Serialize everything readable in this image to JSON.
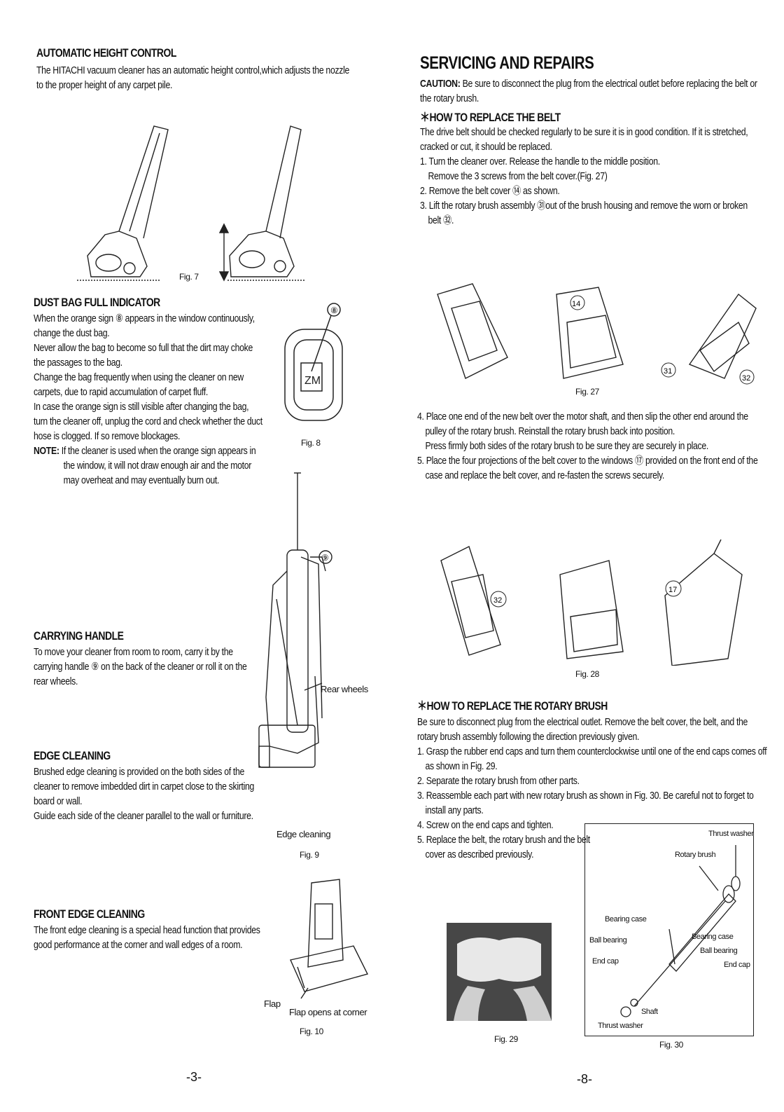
{
  "left": {
    "auto_height": {
      "title": "AUTOMATIC HEIGHT CONTROL",
      "body": "The HITACHI vacuum cleaner has an automatic height control,which adjusts the nozzle to the proper height of any carpet pile."
    },
    "fig7": "Fig. 7",
    "dust_bag": {
      "title": "DUST BAG FULL INDICATOR",
      "body1": "When the orange sign ⑧ appears in the window continuously, change the dust bag.",
      "body2": "Never allow the bag to become so full that the dirt may choke the passages to the bag.",
      "body3": "Change the bag frequently when using the cleaner on new carpets, due to rapid accumulation of carpet fluff.",
      "body4": "In case the orange sign is still visible after changing the bag, turn the cleaner off, unplug the cord and check whether the duct hose is clogged. If so remove blockages.",
      "note_label": "NOTE:",
      "note_text": "If the cleaner is used when the orange sign appears in the window, it will not draw enough air and the motor may overheat and may eventually burn out."
    },
    "fig8": "Fig. 8",
    "fig8_callout": "⑧",
    "carrying": {
      "title": "CARRYING HANDLE",
      "body": "To move your cleaner from room to room, carry it by the carrying handle ⑨ on the back of the cleaner or roll it on the rear wheels."
    },
    "fig9_callout": "⑨",
    "rear_wheels": "Rear wheels",
    "edge": {
      "title": "EDGE CLEANING",
      "body1": "Brushed edge cleaning is provided on the both sides of the cleaner to remove imbedded dirt in carpet close to the skirting board or wall.",
      "body2": "Guide each side of the cleaner parallel to the wall or furniture."
    },
    "edge_cleaning_label": "Edge cleaning",
    "fig9": "Fig. 9",
    "front_edge": {
      "title": "FRONT EDGE CLEANING",
      "body": "The front edge cleaning is a special head function that provides good performance at the corner and wall edges of a room."
    },
    "flap": "Flap",
    "flap_opens": "Flap opens at corner",
    "fig10": "Fig. 10",
    "page_number": "-3-"
  },
  "right": {
    "title": "SERVICING AND REPAIRS",
    "caution_label": "CAUTION:",
    "caution_text": "Be sure to disconnect the plug from the electrical outlet before replacing the belt or the rotary brush.",
    "belt": {
      "title": "＊HOW TO REPLACE THE BELT",
      "intro": "The drive belt should be checked regularly to be sure it is in good condition. If it is stretched, cracked or cut, it should be replaced.",
      "step1": "1. Turn the cleaner over. Release the handle to the middle position.",
      "step1b": "Remove the 3 screws from the belt cover.(Fig. 27)",
      "step2": "2. Remove the belt cover ⑭ as shown.",
      "step3": "3. Lift the rotary brush assembly ㉛out of the brush housing and remove the worn or broken belt ㉜.",
      "step4": "4. Place one end of the new belt over the motor shaft, and then slip the other end around the pulley of the rotary brush. Reinstall the rotary brush back into position.",
      "step4b": "Press firmly both sides of the rotary brush to be sure they are securely in place.",
      "step5": "5. Place the four projections of the belt cover to the windows ⑰ provided on the front end of the case and replace the belt cover, and re-fasten the screws securely."
    },
    "fig27": "Fig. 27",
    "fig27_callouts": [
      "14",
      "31",
      "32"
    ],
    "fig28": "Fig. 28",
    "fig28_callouts": [
      "32",
      "17"
    ],
    "brush": {
      "title": "＊HOW TO REPLACE THE ROTARY BRUSH",
      "intro": "Be sure to disconnect plug from the electrical outlet. Remove the belt cover, the belt, and the rotary brush assembly following the direction previously given.",
      "step1": "1. Grasp the rubber end caps and turn them counterclockwise until one of the end caps comes off as shown in Fig. 29.",
      "step2": "2. Separate the rotary brush from other parts.",
      "step3": "3. Reassemble each part with new rotary brush as shown in Fig. 30. Be careful not to forget to install any parts.",
      "step4": "4. Screw on the end caps and tighten.",
      "step5": "5. Replace the belt, the rotary brush and the belt cover as described previously."
    },
    "fig29": "Fig. 29",
    "fig30": "Fig. 30",
    "fig30_labels": {
      "thrust_washer_top": "Thrust washer",
      "rotary_brush": "Rotary brush",
      "bearing_case_left": "Bearing case",
      "ball_bearing_left": "Ball bearing",
      "end_cap_left": "End cap",
      "bearing_case_right": "Bearing case",
      "ball_bearing_right": "Ball bearing",
      "end_cap_right": "End cap",
      "shaft": "Shaft",
      "thrust_washer_bottom": "Thrust washer"
    },
    "page_number": "-8-"
  }
}
